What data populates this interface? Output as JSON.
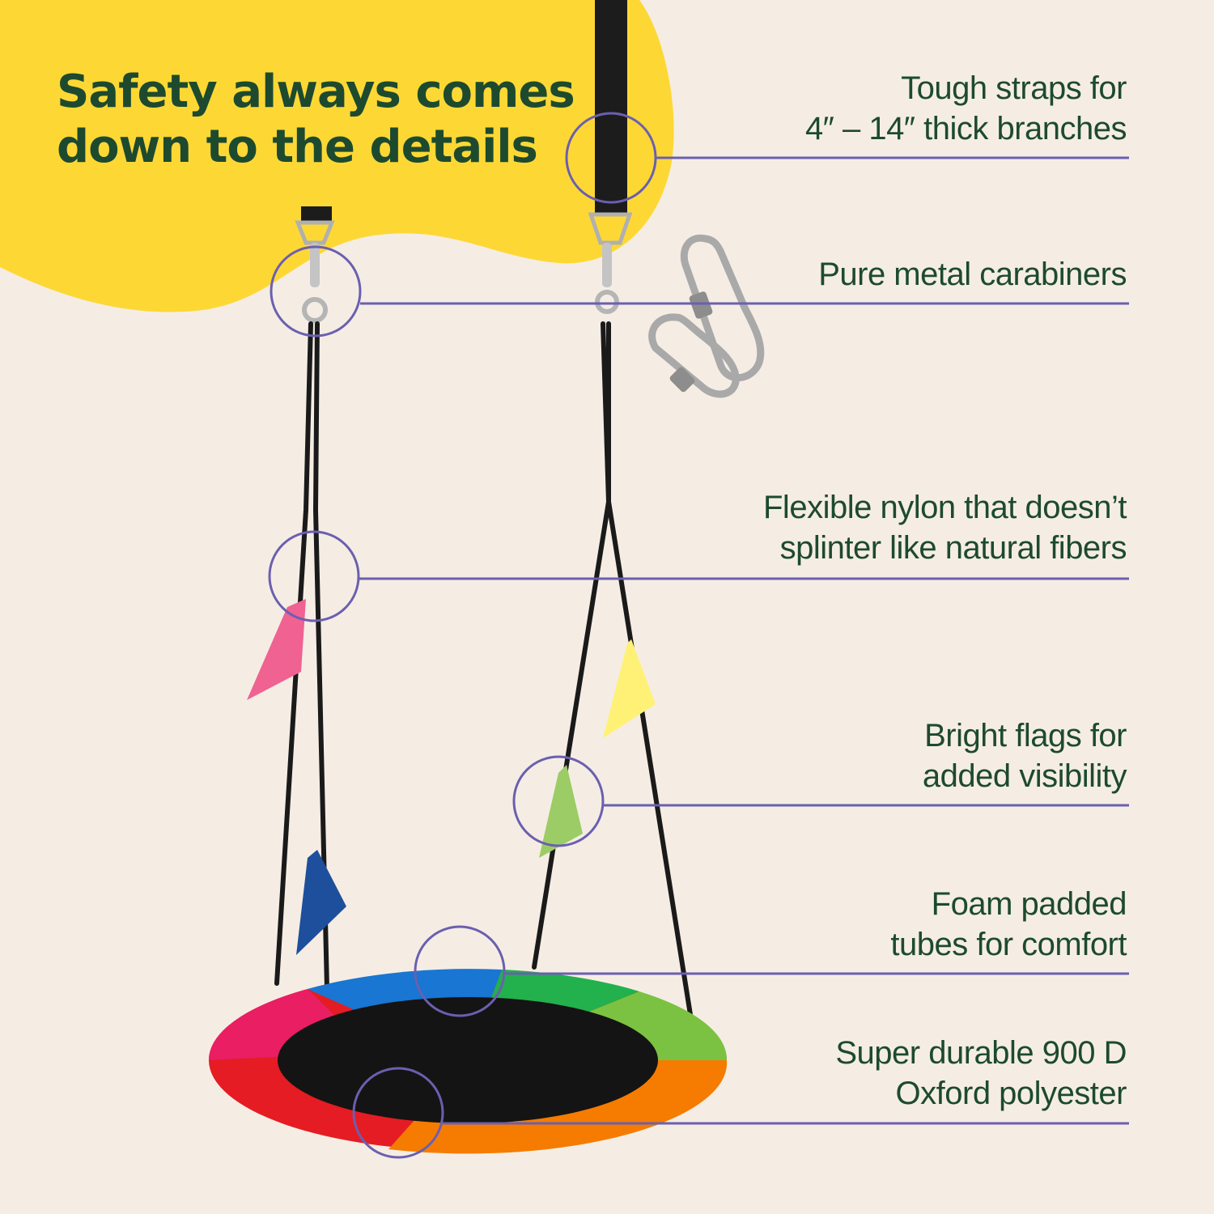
{
  "headline": {
    "line1": "Safety always comes",
    "line2": "down to the details"
  },
  "callouts": [
    {
      "id": "straps",
      "line1": "Tough straps for",
      "line2": "4″ – 14″ thick branches"
    },
    {
      "id": "carabiners",
      "line1": "Pure metal carabiners"
    },
    {
      "id": "nylon",
      "line1": "Flexible nylon that doesn’t",
      "line2": "splinter like natural fibers"
    },
    {
      "id": "flags",
      "line1": "Bright flags for",
      "line2": "added visibility"
    },
    {
      "id": "tubes",
      "line1": "Foam padded",
      "line2": "tubes for comfort"
    },
    {
      "id": "fabric",
      "line1": "Super durable 900 D",
      "line2": "Oxford polyester"
    }
  ],
  "colors": {
    "background": "#f5ede4",
    "blob": "#fdd835",
    "headline_text": "#1d4a2f",
    "callout_line": "#6b5fb0",
    "seat_center": "#141414",
    "seat_ring": [
      "#e91e63",
      "#1976d2",
      "#22b14c",
      "#7cc242",
      "#f57c00",
      "#e51c23"
    ],
    "flags": [
      "#f06292",
      "#1e4f9c",
      "#fff176",
      "#9ccc65"
    ]
  }
}
